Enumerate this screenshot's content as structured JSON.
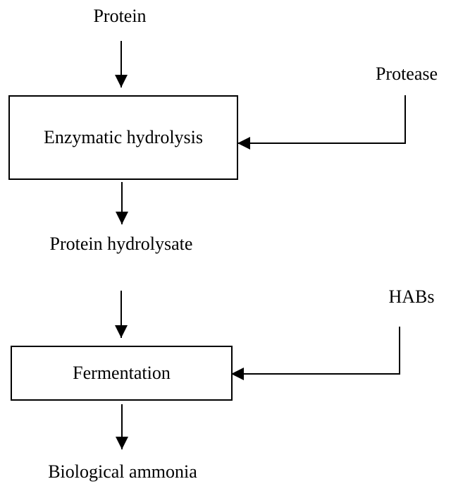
{
  "inputs": {
    "protein": "Protein",
    "protease": "Protease",
    "habs": "HABs"
  },
  "steps": {
    "hydrolysis": "Enzymatic hydrolysis",
    "fermentation": "Fermentation"
  },
  "products": {
    "hydrolysate": "Protein hydrolysate",
    "ammonia": "Biological ammonia"
  }
}
